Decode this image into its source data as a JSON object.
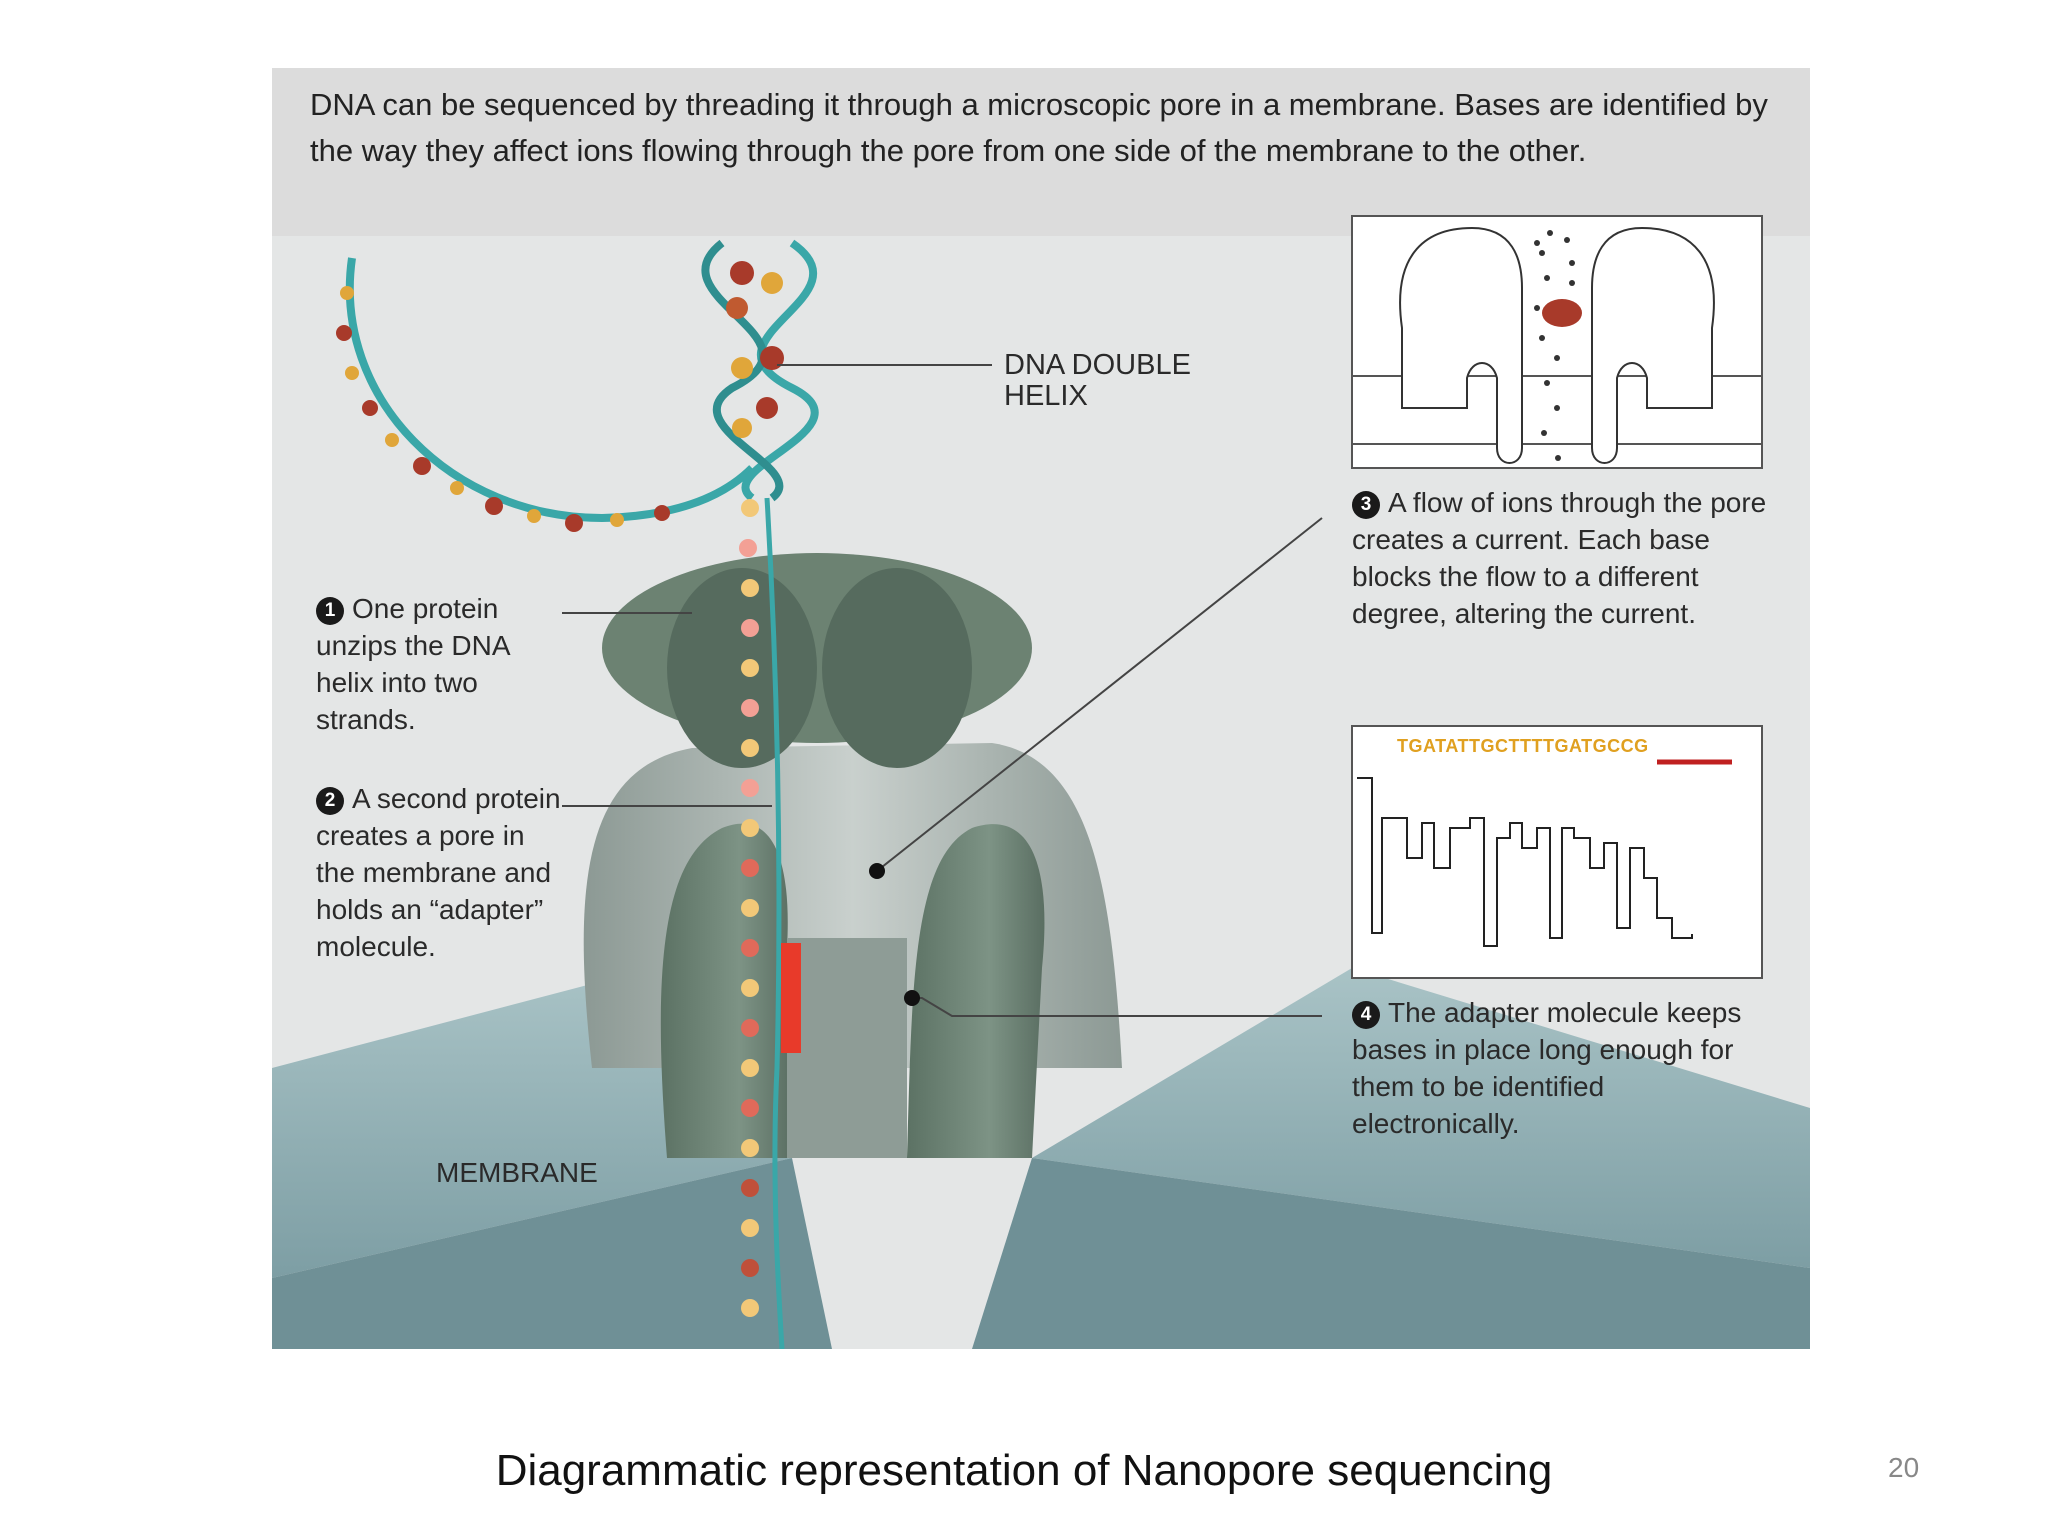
{
  "figure": {
    "intro": "DNA can be sequenced by threading it through a microscopic pore in a membrane. Bases are identified by the way they affect ions flowing through the pore from one side of the membrane to the other.",
    "helix_label": "DNA DOUBLE HELIX",
    "membrane_label": "MEMBRANE",
    "steps": [
      {
        "number": "1",
        "text": "One protein unzips the DNA helix into two strands."
      },
      {
        "number": "2",
        "text": "A second protein creates a pore in the membrane and holds an “adapter” molecule."
      },
      {
        "number": "3",
        "text": "A flow of ions through the pore creates a current. Each base blocks the flow to a different degree, altering the current."
      },
      {
        "number": "4",
        "text": "The adapter molecule keeps bases in place long enough for them to be identified electronically."
      }
    ],
    "trace_sequence": "TGATATTGCTTTTGATGCCG"
  },
  "slide": {
    "caption": "Diagrammatic representation of Nanopore sequencing",
    "page_number": "20"
  },
  "colors": {
    "protein": "#6e8576",
    "membrane": "#8fb0b5",
    "helix_backbone": "#3aa7a8",
    "base_red": "#a83a2a",
    "base_gold": "#e0a63a",
    "adapter": "#e83a2a"
  }
}
